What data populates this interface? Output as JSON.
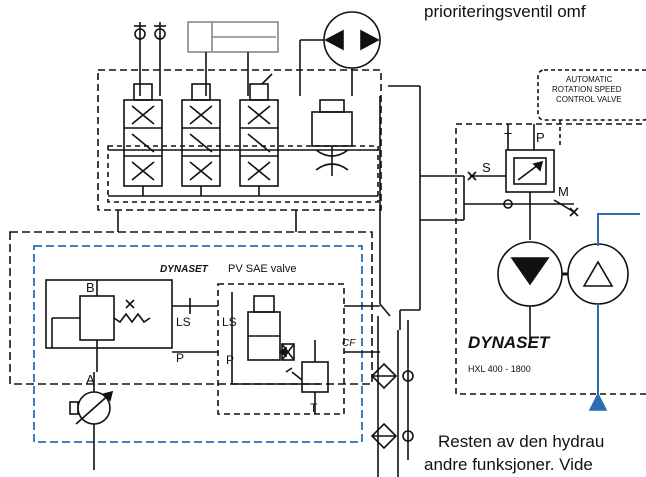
{
  "header_text": "prioriteringsventil omf",
  "automatic_label": {
    "line1": "AUTOMATIC",
    "line2": "ROTATION SPEED",
    "line3": "CONTROL VALVE"
  },
  "ports": {
    "T": "T",
    "P": "P",
    "S": "S",
    "M": "M",
    "B": "B",
    "A": "A",
    "LS_left": "LS",
    "LS_right": "LS",
    "P_left": "P",
    "P_right": "P",
    "T_bottom": "T",
    "CF": "CF"
  },
  "pv_valve": {
    "brand": "DYNASET",
    "name": "PV SAE valve"
  },
  "hxl_unit": {
    "brand": "DYNASET",
    "model": "HXL 400 - 1800"
  },
  "footer": {
    "line1": "Resten av den hydrau",
    "line2": "andre funksjoner. Vide"
  },
  "colors": {
    "line": "#111111",
    "blue": "#2a6db0",
    "grey": "#888888"
  }
}
